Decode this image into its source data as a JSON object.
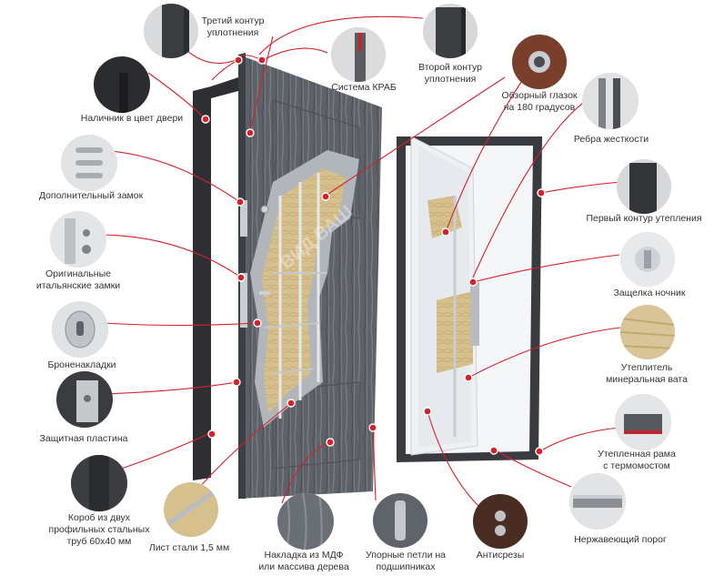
{
  "brand_watermark": "ВИД ВАШ",
  "colors": {
    "accent": "#d7202a",
    "door_gray": "#5d6268",
    "frame_dark": "#2e2f33",
    "wool": "#d6c08e",
    "white_panel": "#eef0f3"
  },
  "labels": {
    "tretiy_kontur": "Третий контур\nуплотнения",
    "sistema_krab": "Система КРАБ",
    "vtoroy_kontur": "Второй контур\nуплотнения",
    "nalichnik": "Наличник в цвет двери",
    "glazok": "Обзорный глазок\nна 180 градусов",
    "rebra": "Ребра жесткости",
    "dop_zamok": "Дополнительный замок",
    "perviy_kontur": "Первый контур утепления",
    "ital_zamki": "Оригинальные\nитальянские замки",
    "zashchelka": "Защелка ночник",
    "bronenakladki": "Броненакладки",
    "uteplitel": "Утеплитель\nминеральная вата",
    "zashchitnaya": "Защитная пластина",
    "uteplennaya_rama": "Утепленная рама\nс термомостом",
    "korob": "Короб из двух\nпрофильных стальных\nтруб 60х40 мм",
    "porog": "Нержавеющий порог",
    "list_stali": "Лист стали 1,5 мм",
    "nakladka": "Накладка из МДФ\nили массива дерева",
    "petli": "Упорные петли на\nподшипниках",
    "antisrezy": "Антисрезы"
  }
}
